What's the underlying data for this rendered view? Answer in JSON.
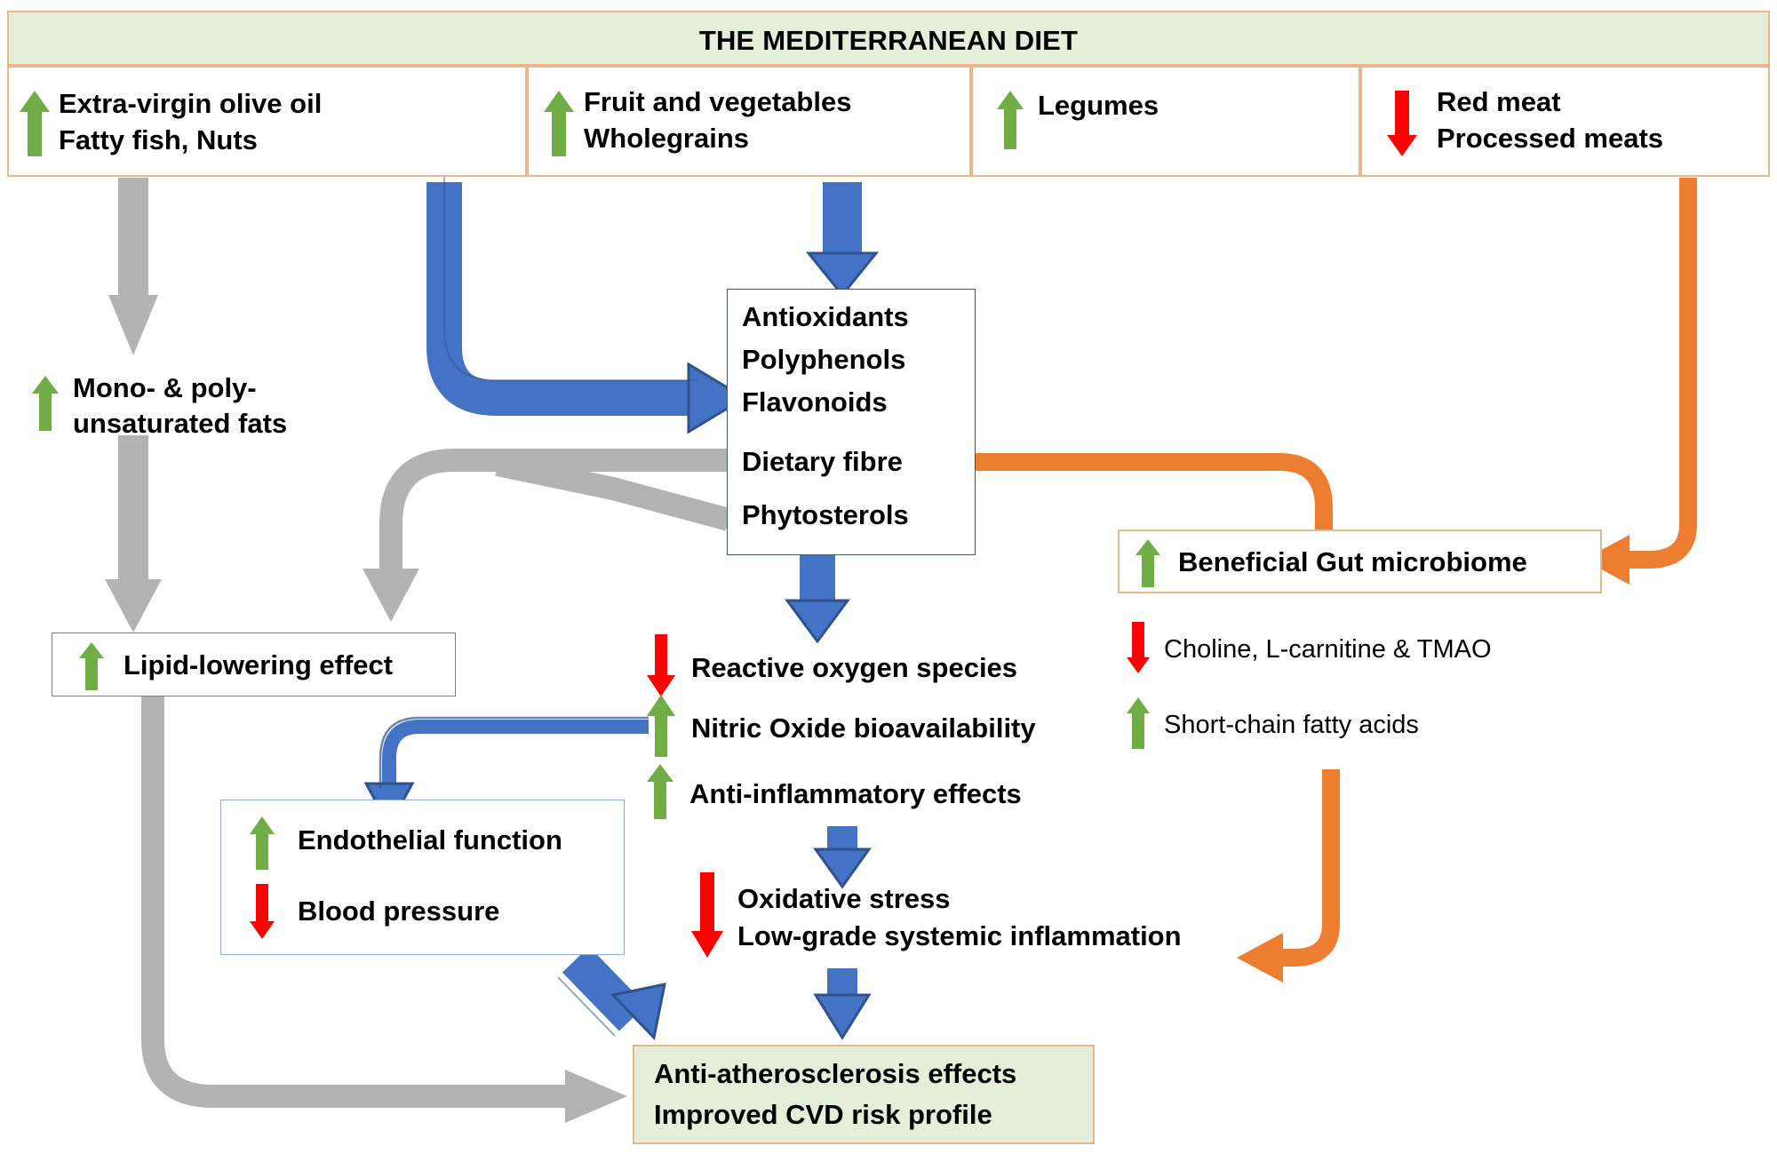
{
  "header": {
    "title": "THE MEDITERRANEAN DIET",
    "band_color": "#e3efd9",
    "border_color": "#e8b88a"
  },
  "diet_cells": [
    {
      "id": "cell-fats",
      "direction": "up",
      "lines": [
        "Extra-virgin olive oil",
        "Fatty fish, Nuts"
      ]
    },
    {
      "id": "cell-produce",
      "direction": "up",
      "lines": [
        "Fruit and vegetables",
        "Wholegrains"
      ]
    },
    {
      "id": "cell-legumes",
      "direction": "up",
      "lines": [
        "Legumes"
      ]
    },
    {
      "id": "cell-meat",
      "direction": "down",
      "lines": [
        "Red meat",
        "Processed meats"
      ]
    }
  ],
  "nodes": {
    "unsat_fats": {
      "direction": "up",
      "lines": [
        "Mono- & poly-",
        "unsaturated fats"
      ]
    },
    "phyto_box": {
      "lines": [
        "Antioxidants",
        "Polyphenols",
        "Flavonoids",
        "Dietary fibre",
        "Phytosterols"
      ]
    },
    "lipid": {
      "direction": "up",
      "label": "Lipid-lowering effect"
    },
    "gut": {
      "direction": "up",
      "label": "Beneficial Gut microbiome"
    },
    "choline": {
      "direction": "down",
      "label": "Choline, L-carnitine & TMAO"
    },
    "scfa": {
      "direction": "up",
      "label": "Short-chain fatty acids"
    },
    "ros": {
      "direction": "down",
      "label": "Reactive oxygen species"
    },
    "no_bio": {
      "direction": "up",
      "label": "Nitric Oxide bioavailability"
    },
    "anti_infl": {
      "direction": "up",
      "label": "Anti-inflammatory effects"
    },
    "endo_box": {
      "rows": [
        {
          "direction": "up",
          "label": "Endothelial function"
        },
        {
          "direction": "down",
          "label": "Blood pressure"
        }
      ]
    },
    "oxstress": {
      "direction": "down",
      "lines": [
        "Oxidative stress",
        "Low-grade systemic inflammation"
      ]
    },
    "outcome": {
      "lines": [
        "Anti-atherosclerosis effects",
        "Improved CVD risk profile"
      ]
    }
  },
  "colors": {
    "up_arrow": "#70ad47",
    "down_arrow": "#ff0000",
    "blue_connector": "#4472c4",
    "blue_connector_stroke": "#2f528f",
    "grey_connector": "#b3b3b3",
    "orange_connector": "#ed7d31",
    "text": "#000000"
  },
  "icon_names": {
    "up": "green-up-arrow-icon",
    "down": "red-down-arrow-icon"
  }
}
